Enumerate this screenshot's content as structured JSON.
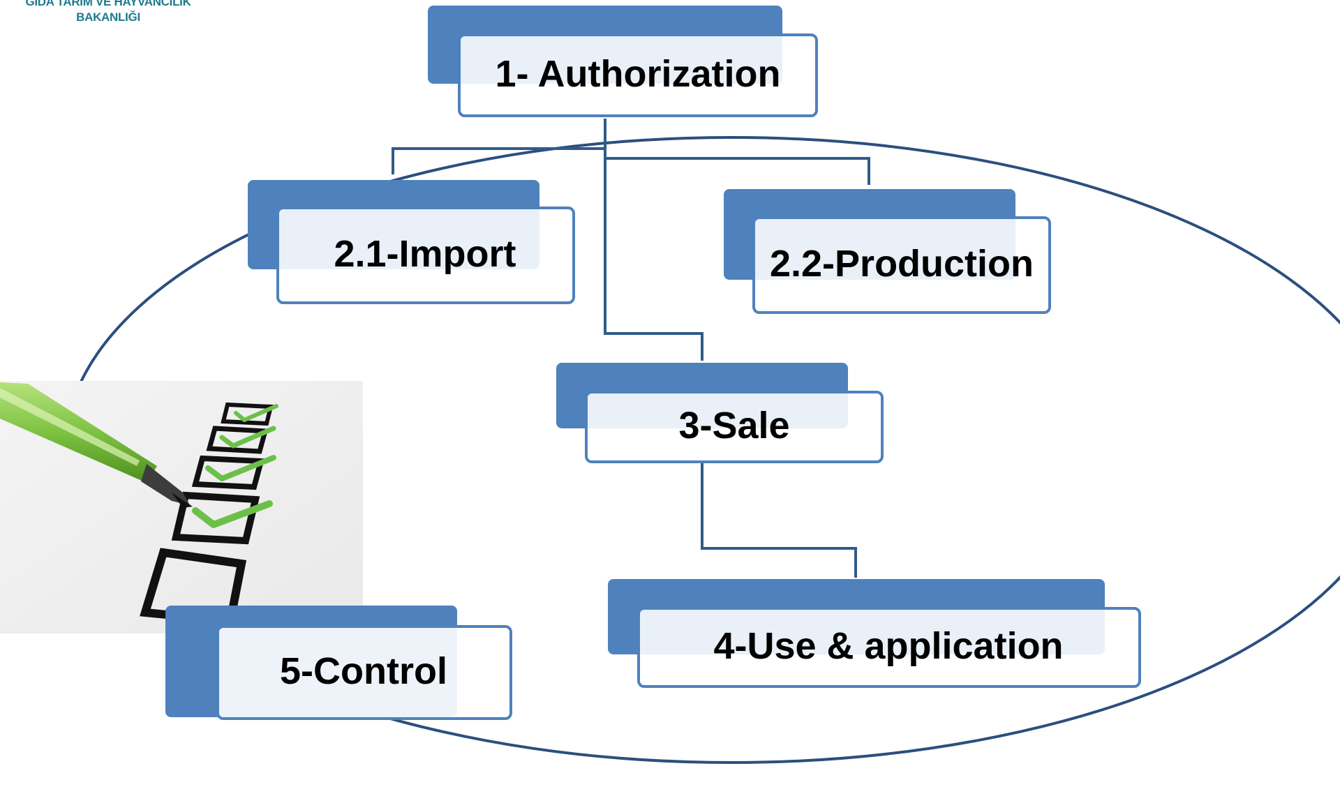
{
  "logo": {
    "line1": "GIDA TARIM VE HAYVANCILIK",
    "line2": "BAKANLIĞI"
  },
  "nodes": {
    "authorization": "1- Authorization",
    "import": "2.1-Import",
    "production": "2.2-Production",
    "sale": "3-Sale",
    "use_application": "4-Use & application",
    "control": "5-Control"
  },
  "colors": {
    "box_fill": "#4f81bd",
    "box_face": "#ffffff",
    "box_face_tint": "#e8eef7",
    "box_border": "#4f81bd",
    "connector": "#2f5b8a",
    "ellipse": "#2b4f7e",
    "pen_green": "#7dc242",
    "check_green": "#6cc04a",
    "checkbox_black": "#111111"
  },
  "icons": {
    "checklist": "checklist-with-pen-icon"
  }
}
